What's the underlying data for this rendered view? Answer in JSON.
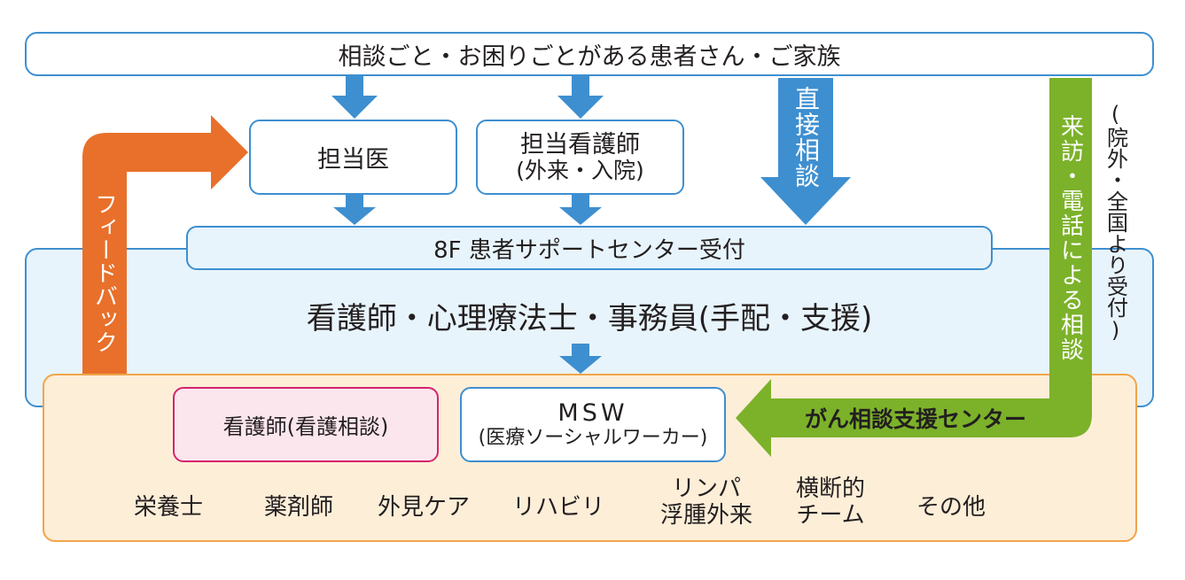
{
  "top": {
    "label": "相談ごと・お困りごとがある患者さん・ご家族"
  },
  "doctor": {
    "label": "担当医"
  },
  "nurse": {
    "line1": "担当看護師",
    "line2": "(外来・入院)"
  },
  "direct": {
    "label": "直接相談"
  },
  "visit": {
    "label": "来訪・電話による相談"
  },
  "outside": {
    "label": "(院外・全国より受付)"
  },
  "feedback": {
    "label": "フィードバック"
  },
  "reception": {
    "label": "8F 患者サポートセンター受付"
  },
  "staff": {
    "label": "看護師・心理療法士・事務員(手配・支援)"
  },
  "cancer": {
    "label": "がん相談支援センター"
  },
  "consult_nurse": {
    "label": "看護師(看護相談)"
  },
  "msw": {
    "line1": "MSW",
    "line2": "(医療ソーシャルワーカー)"
  },
  "services": {
    "nutrition": "栄養士",
    "pharmacist": "薬剤師",
    "appearance": "外見ケア",
    "rehab": "リハビリ",
    "lymph1": "リンパ",
    "lymph2": "浮腫外来",
    "team1": "横断的",
    "team2": "チーム",
    "other": "その他"
  },
  "colors": {
    "blue": "#3e8fd0",
    "orange": "#e8702a",
    "green": "#7cb22a",
    "light_blue_fill": "#e8f4fc",
    "peach_fill": "#fdeed8",
    "peach_border": "#f0a54a",
    "pink_fill": "#fce6ee",
    "pink_border": "#d4246e"
  }
}
